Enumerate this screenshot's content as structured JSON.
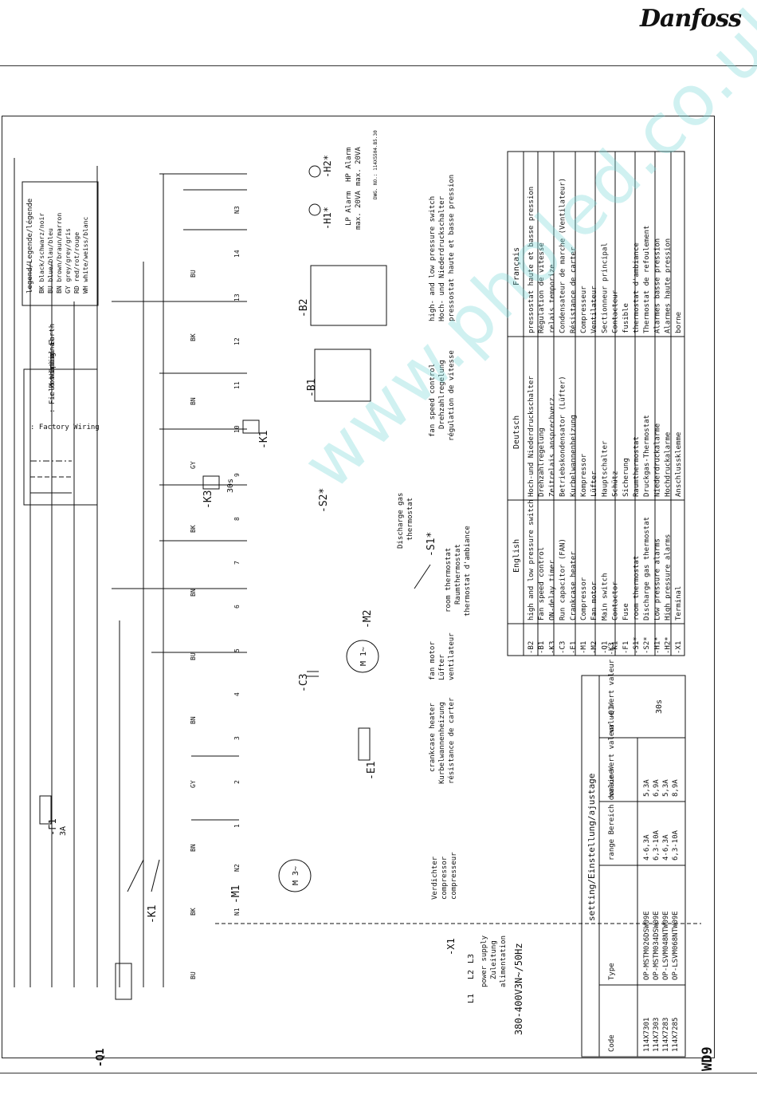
{
  "brand": "Danfoss",
  "page_code": "WD9",
  "drawing_no": "DWG. NO.: 114X5504.B5.30",
  "supply": {
    "label_en": "power supply",
    "label_de": "Zuleitung",
    "label_fr": "alimentation",
    "voltage": "380-400V3N~/50Hz",
    "phases": [
      "L1",
      "L2",
      "L3"
    ]
  },
  "legend_wiring": [
    {
      "symbol": "solid",
      "text": ": Factory Wiring"
    },
    {
      "symbol": "dashed",
      "text": ": Field Wiring"
    },
    {
      "symbol": "dashdot",
      "text": ": Potential Earth"
    },
    {
      "symbol": "*",
      "text": ": Optional"
    }
  ],
  "legend_colors": {
    "title": "legend/Legende/légende",
    "items": [
      {
        "code": "BK",
        "text": "black/schwarz/noir"
      },
      {
        "code": "BU",
        "text": "blue/blau/bleu"
      },
      {
        "code": "BN",
        "text": "brown/braun/marron"
      },
      {
        "code": "GY",
        "text": "grey/grey/gris"
      },
      {
        "code": "RD",
        "text": "red/rot/rouge"
      },
      {
        "code": "WH",
        "text": "white/weiss/blanc"
      }
    ]
  },
  "components": {
    "Q1": "-Q1",
    "K1": "-K1",
    "M1": "-M1",
    "F1": "-F1",
    "F1_rating": "3A",
    "X1": "-X1",
    "E1": "-E1",
    "C3": "-C3",
    "M2": "-M2",
    "K3": "-K3",
    "S1": "-S1*",
    "S2": "-S2*",
    "B1": "-B1",
    "B2": "-B2",
    "H1": "-H1*",
    "H2": "-H2*",
    "K3_time": "30s",
    "M1_motor": "M 3~",
    "M2_motor": "M 1~"
  },
  "annotations": {
    "compressor": [
      "Verdichter",
      "compressor",
      "compresseur"
    ],
    "crankcase": [
      "crankcase heater",
      "Kurbelwannenheizung",
      "résistance de carter"
    ],
    "fan_motor": [
      "fan motor",
      "Lüfter",
      "ventilateur"
    ],
    "room_thermostat": [
      "room thermostat",
      "Raumthermostat",
      "thermostat d'ambiance"
    ],
    "discharge_gas": [
      "Discharge gas",
      "thermostat"
    ],
    "fan_speed": [
      "fan speed control",
      "Drehzahlregelung",
      "régulation de vitesse"
    ],
    "pressure_switch": [
      "high- and low pressure switch",
      "Hoch- und Niederdruckschalter",
      "pressostat haute et basse pression"
    ],
    "lp_alarm": [
      "LP Alarm",
      "max. 20VA"
    ],
    "hp_alarm": [
      "HP Alarm",
      "max. 20VA"
    ]
  },
  "wire_labels": [
    "BU",
    "BK",
    "BN",
    "GY",
    "BN",
    "BU",
    "BN",
    "BK",
    "GY",
    "BN",
    "BK",
    "BU"
  ],
  "terminal_numbers": [
    "N1",
    "N2",
    "1",
    "2",
    "3",
    "4",
    "5",
    "6",
    "7",
    "8",
    "9",
    "10",
    "11",
    "12",
    "13",
    "14",
    "N3"
  ],
  "settings_table": {
    "title": "setting/Einstellung/ajustage",
    "headers": [
      "Code",
      "Type",
      "range Bereich domaine",
      "value Wert valeur -Q1",
      "value Wert valeur -K3"
    ],
    "rows": [
      [
        "114X7301",
        "OP-MSTM026DSW09E",
        "4-6,3A",
        "5,3A"
      ],
      [
        "114X7303",
        "OP-MSTM034DSW09E",
        "6,3-10A",
        "6,9A"
      ],
      [
        "114X7283",
        "OP-LSVM048NTW09E",
        "4-6,3A",
        "5,3A"
      ],
      [
        "114X7285",
        "OP-LSVM068NTW09E",
        "6,3-10A",
        "8,9A"
      ]
    ],
    "k3_value": "30s"
  },
  "component_table": {
    "headers": [
      "",
      "English",
      "Deutsch",
      "Français"
    ],
    "rows": [
      [
        "-B2",
        "high and low pressure switch",
        "Hoch-und Niederdruckschalter",
        "pressostat haute et basse pression"
      ],
      [
        "-B1",
        "Fan speed control",
        "Drehzahlregelung",
        "Régulation de vitesse"
      ],
      [
        "-K3",
        "ON-delay timer",
        "Zeitrelais ansprechverz.",
        "relais temporize"
      ],
      [
        "-C3",
        "Run capacitor (FAN)",
        "Betriebskondensator (Lüfter)",
        "Condensateur de marche (Ventilateur)"
      ],
      [
        "-E1",
        "Crankcase heater",
        "Kurbelwannenheizung",
        "Résistance de carter"
      ],
      [
        "-M1",
        "Compressor",
        "Kompressor",
        "Compresseur"
      ],
      [
        "-M2",
        "Fan motor",
        "Lüfter",
        "Ventilateur"
      ],
      [
        "-Q1",
        "Main switch",
        "Hauptschalter",
        "Sectionneur principal"
      ],
      [
        "-K1",
        "Contactor",
        "Schütz",
        "Contacteur"
      ],
      [
        "-F1",
        "Fuse",
        "Sicherung",
        "fusible"
      ],
      [
        "-S1*",
        "room thermostat",
        "Raumthermostat",
        "thermostat d'ambiance"
      ],
      [
        "-S2*",
        "Discharge gas thermostat",
        "Druckgas-Thermostat",
        "Thermostat de refoulement"
      ],
      [
        "-H1*",
        "Low pressure alarms",
        "Niederdruckalarme",
        "Alarmes basse pression"
      ],
      [
        "-H2*",
        "High pressure alarms",
        "Hochdruckalarme",
        "Alarmes haute pression"
      ],
      [
        "-X1",
        "Terminal",
        "Anschlussklemme",
        "borne"
      ]
    ]
  },
  "watermark": "www.pholed.co.uk",
  "colors": {
    "line": "#111111",
    "watermark": "#7fd7d7",
    "background": "#ffffff"
  }
}
